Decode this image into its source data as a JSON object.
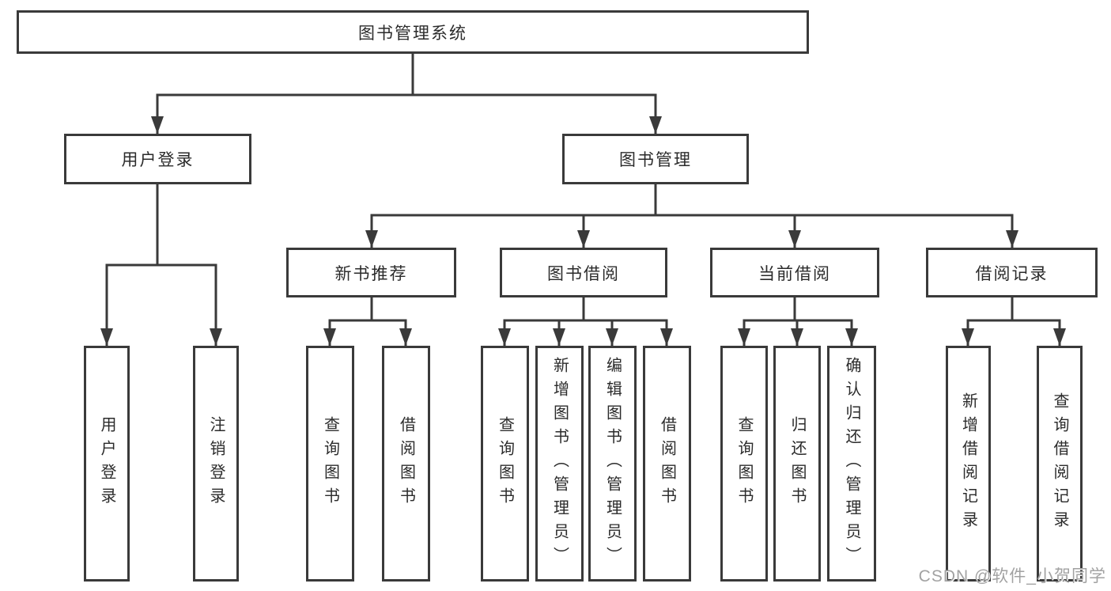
{
  "title": "图书管理系统",
  "tree": {
    "label": "图书管理系统",
    "children": [
      {
        "label": "用户登录",
        "children": [
          {
            "label": "用户登录"
          },
          {
            "label": "注销登录"
          }
        ]
      },
      {
        "label": "图书管理",
        "children": [
          {
            "label": "新书推荐",
            "children": [
              {
                "label": "查询图书"
              },
              {
                "label": "借阅图书"
              }
            ]
          },
          {
            "label": "图书借阅",
            "children": [
              {
                "label": "查询图书"
              },
              {
                "label": "新增图书（管理员）"
              },
              {
                "label": "编辑图书（管理员）"
              },
              {
                "label": "借阅图书"
              }
            ]
          },
          {
            "label": "当前借阅",
            "children": [
              {
                "label": "查询图书"
              },
              {
                "label": "归还图书"
              },
              {
                "label": "确认归还（管理员）"
              }
            ]
          },
          {
            "label": "借阅记录",
            "children": [
              {
                "label": "新增借阅记录"
              },
              {
                "label": "查询借阅记录"
              }
            ]
          }
        ]
      }
    ]
  },
  "watermark": "CSDN @软件_小贺同学",
  "colors": {
    "line": "#3a3a3a",
    "text": "#2b2b2b",
    "background": "#ffffff",
    "watermark": "#a2a2a2"
  }
}
